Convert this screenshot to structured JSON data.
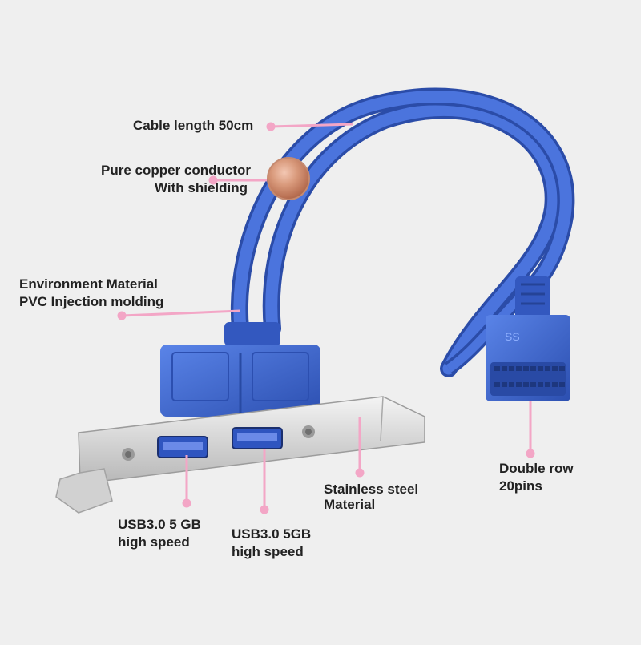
{
  "product": {
    "image_alt": "Blue USB 3.0 20-pin header to dual USB 3.0 ports bracket cable"
  },
  "labels": {
    "cable_length": "Cable length 50cm",
    "conductor_line1": "Pure copper conductor",
    "conductor_line2": "With shielding",
    "material_line1": "Environment Material",
    "material_line2": "PVC Injection molding",
    "steel_line1": "Stainless steel",
    "steel_line2": "Material",
    "pins_line1": "Double row",
    "pins_line2": "20pins",
    "port1_line1": "USB3.0 5 GB",
    "port1_line2": "high speed",
    "port2_line1": "USB3.0 5GB",
    "port2_line2": "high speed"
  },
  "colors": {
    "background": "#efefef",
    "cable_blue": "#3a62c9",
    "pointer_pink": "#f3a6c6",
    "bracket_steel": "#d7d7d7",
    "copper": "#c98466"
  }
}
